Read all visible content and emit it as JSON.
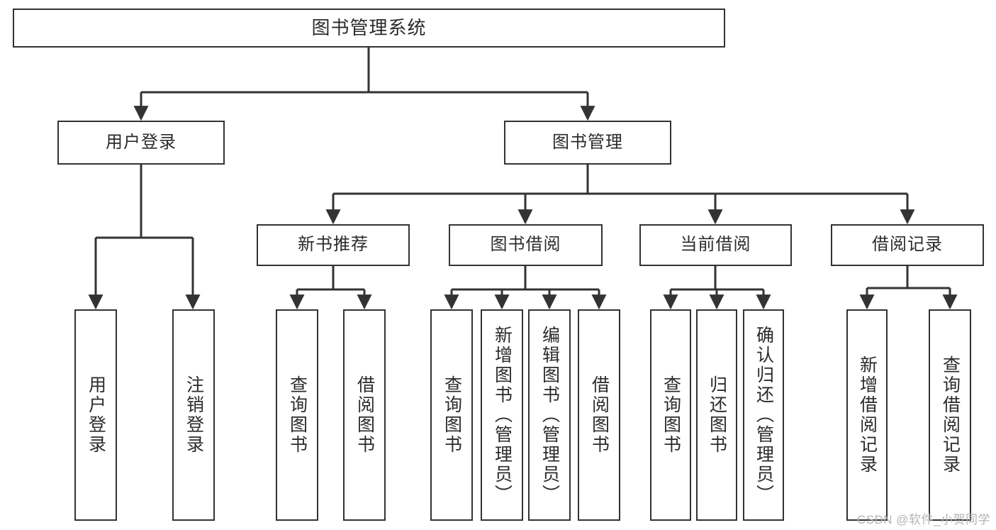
{
  "diagram": {
    "title": "图书管理系统",
    "type": "tree",
    "root": {
      "id": "root",
      "label": "图书管理系统"
    },
    "level2": [
      {
        "id": "user-login",
        "label": "用户登录"
      },
      {
        "id": "book-manage",
        "label": "图书管理"
      }
    ],
    "level3": [
      {
        "id": "new-book-recommend",
        "label": "新书推荐",
        "parent": "book-manage"
      },
      {
        "id": "book-borrow",
        "label": "图书借阅",
        "parent": "book-manage"
      },
      {
        "id": "current-borrow",
        "label": "当前借阅",
        "parent": "book-manage"
      },
      {
        "id": "borrow-record",
        "label": "借阅记录",
        "parent": "book-manage"
      }
    ],
    "leaves": [
      {
        "id": "leaf-user-login",
        "label": "用户登录",
        "parent": "user-login"
      },
      {
        "id": "leaf-user-logout",
        "label": "注销登录",
        "parent": "user-login"
      },
      {
        "id": "leaf-query-book-1",
        "label": "查询图书",
        "parent": "new-book-recommend"
      },
      {
        "id": "leaf-borrow-book-1",
        "label": "借阅图书",
        "parent": "new-book-recommend"
      },
      {
        "id": "leaf-query-book-2",
        "label": "查询图书",
        "parent": "book-borrow"
      },
      {
        "id": "leaf-add-book",
        "label": "新增图书（管理员）",
        "parent": "book-borrow"
      },
      {
        "id": "leaf-edit-book",
        "label": "编辑图书（管理员）",
        "parent": "book-borrow"
      },
      {
        "id": "leaf-borrow-book-2",
        "label": "借阅图书",
        "parent": "book-borrow"
      },
      {
        "id": "leaf-query-book-3",
        "label": "查询图书",
        "parent": "current-borrow"
      },
      {
        "id": "leaf-return-book",
        "label": "归还图书",
        "parent": "current-borrow"
      },
      {
        "id": "leaf-confirm-return",
        "label": "确认归还（管理员）",
        "parent": "current-borrow"
      },
      {
        "id": "leaf-add-record",
        "label": "新增借阅记录",
        "parent": "borrow-record"
      },
      {
        "id": "leaf-query-record",
        "label": "查询借阅记录",
        "parent": "borrow-record"
      }
    ],
    "colors": {
      "stroke": "#333333",
      "fill": "#ffffff",
      "text": "#2b2b2b",
      "watermark": "#b4b4b4"
    }
  },
  "watermark": {
    "text": "CSDN @软件_小贺同学"
  }
}
